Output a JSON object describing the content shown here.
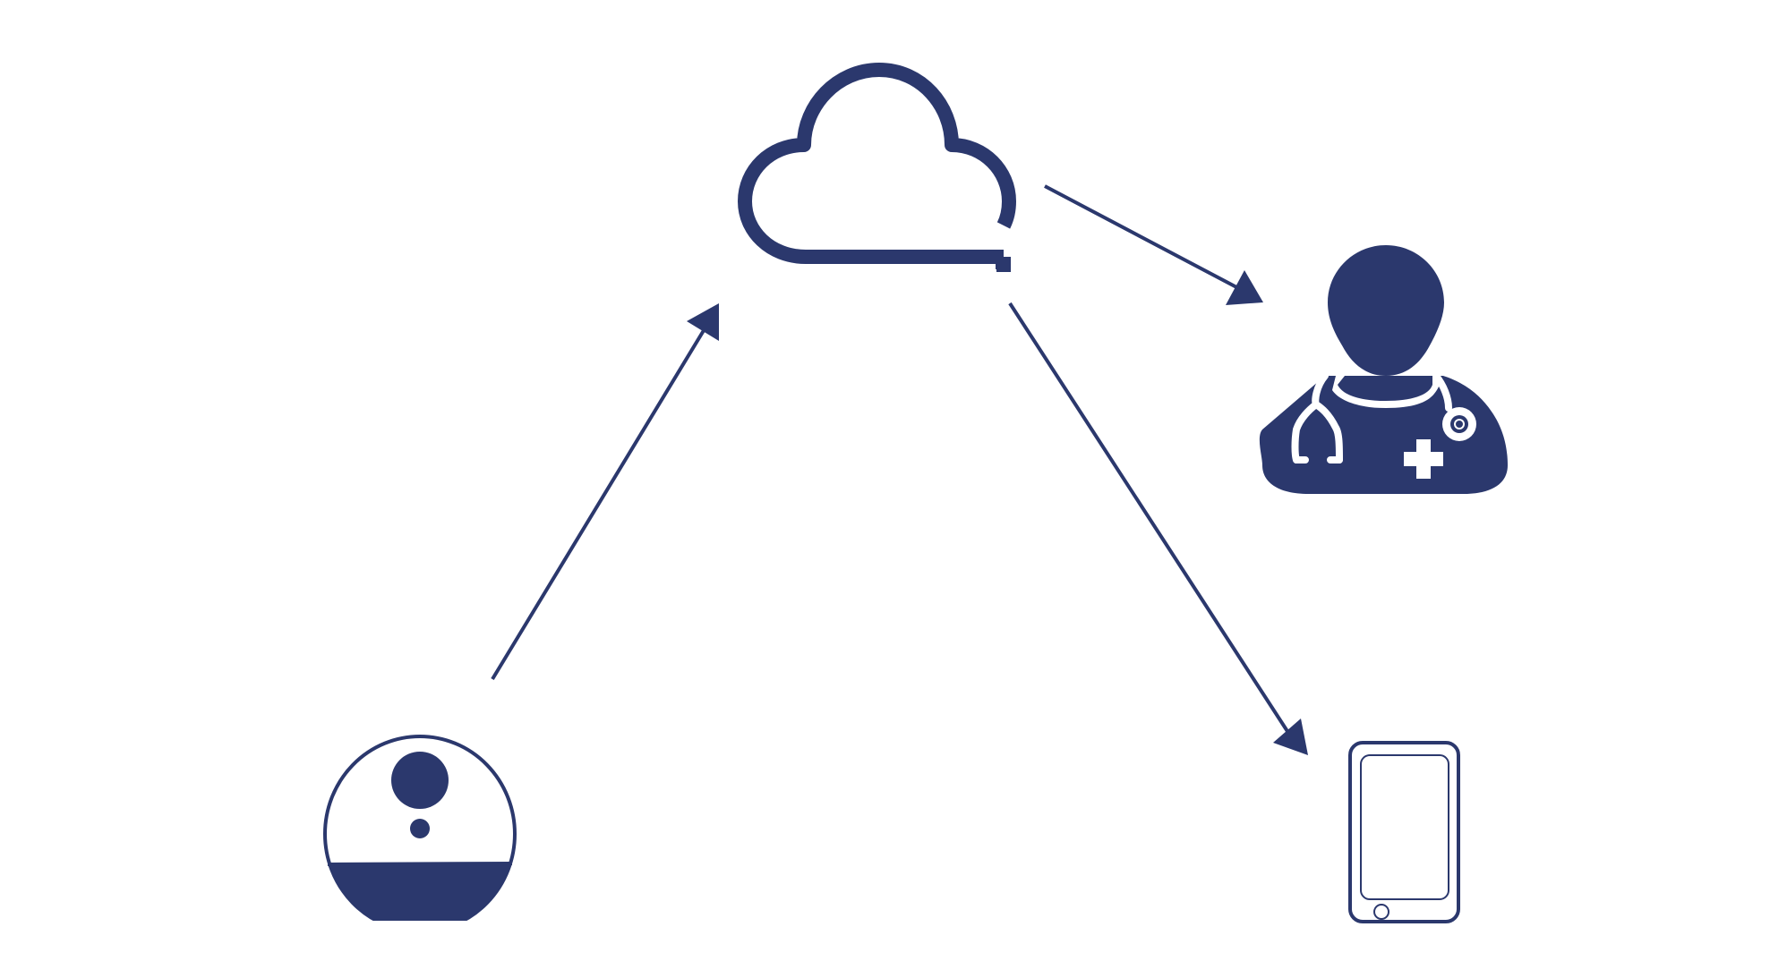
{
  "diagram": {
    "accent_color": "#2b386d",
    "background_color": "#ffffff",
    "nodes": [
      {
        "id": "cloud",
        "icon": "cloud-icon"
      },
      {
        "id": "device",
        "icon": "sensor-device-icon"
      },
      {
        "id": "doctor",
        "icon": "doctor-icon"
      },
      {
        "id": "tablet",
        "icon": "tablet-icon"
      }
    ],
    "edges": [
      {
        "from": "device",
        "to": "cloud",
        "directed": true
      },
      {
        "from": "cloud",
        "to": "doctor",
        "directed": true
      },
      {
        "from": "cloud",
        "to": "tablet",
        "directed": true
      }
    ]
  }
}
